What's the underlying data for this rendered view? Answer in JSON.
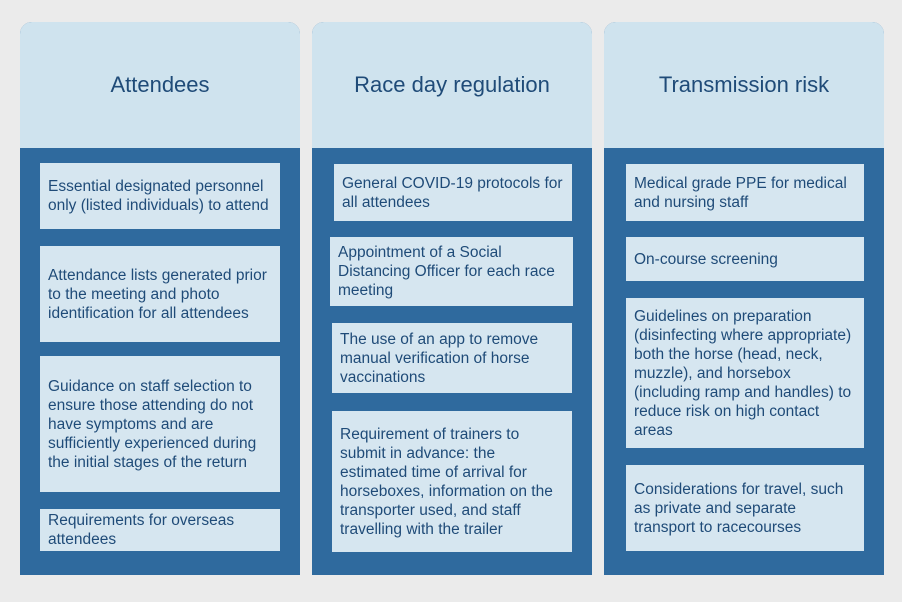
{
  "columns": [
    {
      "title": "Attendees",
      "items": [
        "Essential designated personnel only (listed individuals) to attend",
        "Attendance lists generated prior to the meeting and photo identification for all attendees",
        "Guidance on staff selection to ensure those attending do not have symptoms and are sufficiently experienced during the initial stages of the return",
        "Requirements for overseas attendees"
      ]
    },
    {
      "title": "Race day regulation",
      "items": [
        "General COVID-19 protocols for all attendees",
        "Appointment of a Social Distancing Officer for each race meeting",
        "The use of an app to remove manual verification of horse vaccinations",
        "Requirement of trainers to submit in advance: the estimated time of arrival for horseboxes, information on the transporter used, and staff travelling with the trailer"
      ]
    },
    {
      "title": "Transmission risk",
      "items": [
        "Medical grade PPE for medical and nursing staff",
        "On-course screening",
        "Guidelines on preparation (disinfecting where appropriate) both the horse (head, neck, muzzle), and horsebox (including ramp and handles) to reduce risk on high contact areas",
        "Considerations for travel, such as private and separate transport to racecourses"
      ]
    }
  ],
  "colors": {
    "page_background": "#ebebeb",
    "column_background": "#2f6a9e",
    "header_background": "#cfe3ee",
    "item_background": "#d6e6f0",
    "text": "#1f4b78"
  }
}
